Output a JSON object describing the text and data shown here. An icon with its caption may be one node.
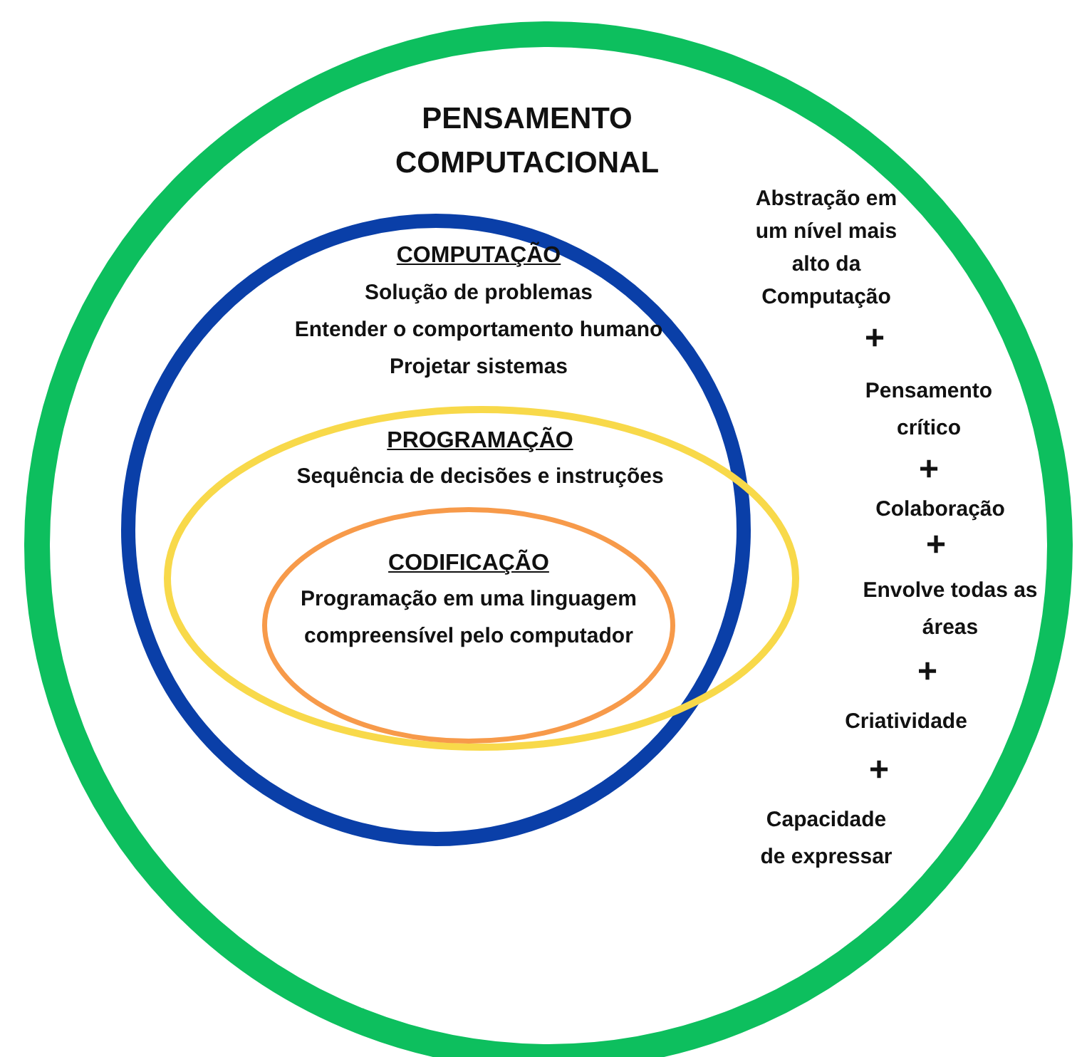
{
  "diagram": {
    "nodes": [
      {
        "text": [
          "PENSAMENTO COMPUTACIONAL",
          "Abstração em um nível mais alto da Computação",
          "+",
          "Pensamento crítico",
          "+",
          "Colaboração",
          "+",
          "Envolve todas as áreas",
          "+",
          "Criatividade",
          "+",
          "Capacidade de expressar"
        ]
      },
      {
        "text": [
          "COMPUTAÇÃO",
          "Solução de problemas",
          "Entender o comportamento humano",
          "Projetar sistemas"
        ],
        "in": 0
      },
      {
        "text": [
          "PROGRAMAÇÃO",
          "Sequência de decisões e instruções"
        ],
        "in": 1
      },
      {
        "text": [
          "CODIFICAÇÃO",
          "Programação em uma linguagem compreensível pelo computador"
        ],
        "in": 2
      }
    ],
    "edges": []
  }
}
